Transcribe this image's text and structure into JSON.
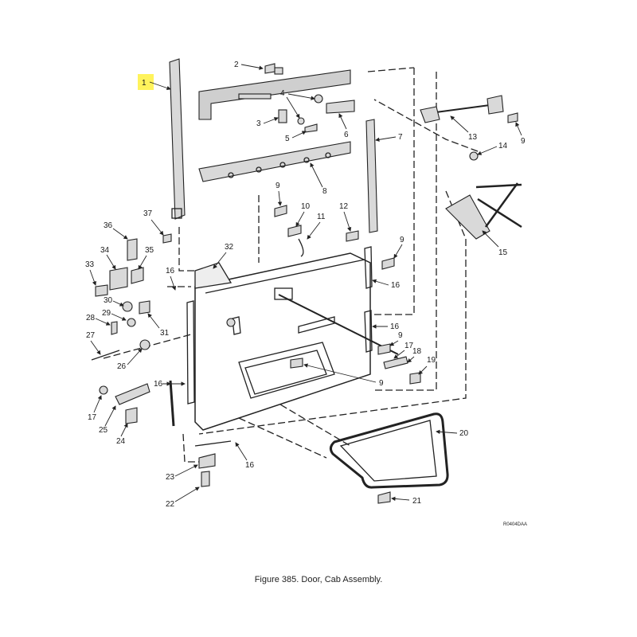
{
  "figure": {
    "caption": "Figure  385.   Door, Cab Assembly.",
    "drawing_code": "R0404DAA",
    "highlight_color": "#fff35c",
    "highlighted_callout": "1"
  },
  "callouts": [
    "1",
    "2",
    "3",
    "4",
    "5",
    "6",
    "7",
    "8",
    "9",
    "9",
    "9",
    "9",
    "9",
    "10",
    "11",
    "12",
    "13",
    "14",
    "15",
    "16",
    "16",
    "16",
    "16",
    "16",
    "17",
    "17",
    "18",
    "19",
    "20",
    "21",
    "22",
    "23",
    "24",
    "25",
    "26",
    "27",
    "28",
    "29",
    "30",
    "31",
    "32",
    "33",
    "34",
    "35",
    "36",
    "37"
  ]
}
